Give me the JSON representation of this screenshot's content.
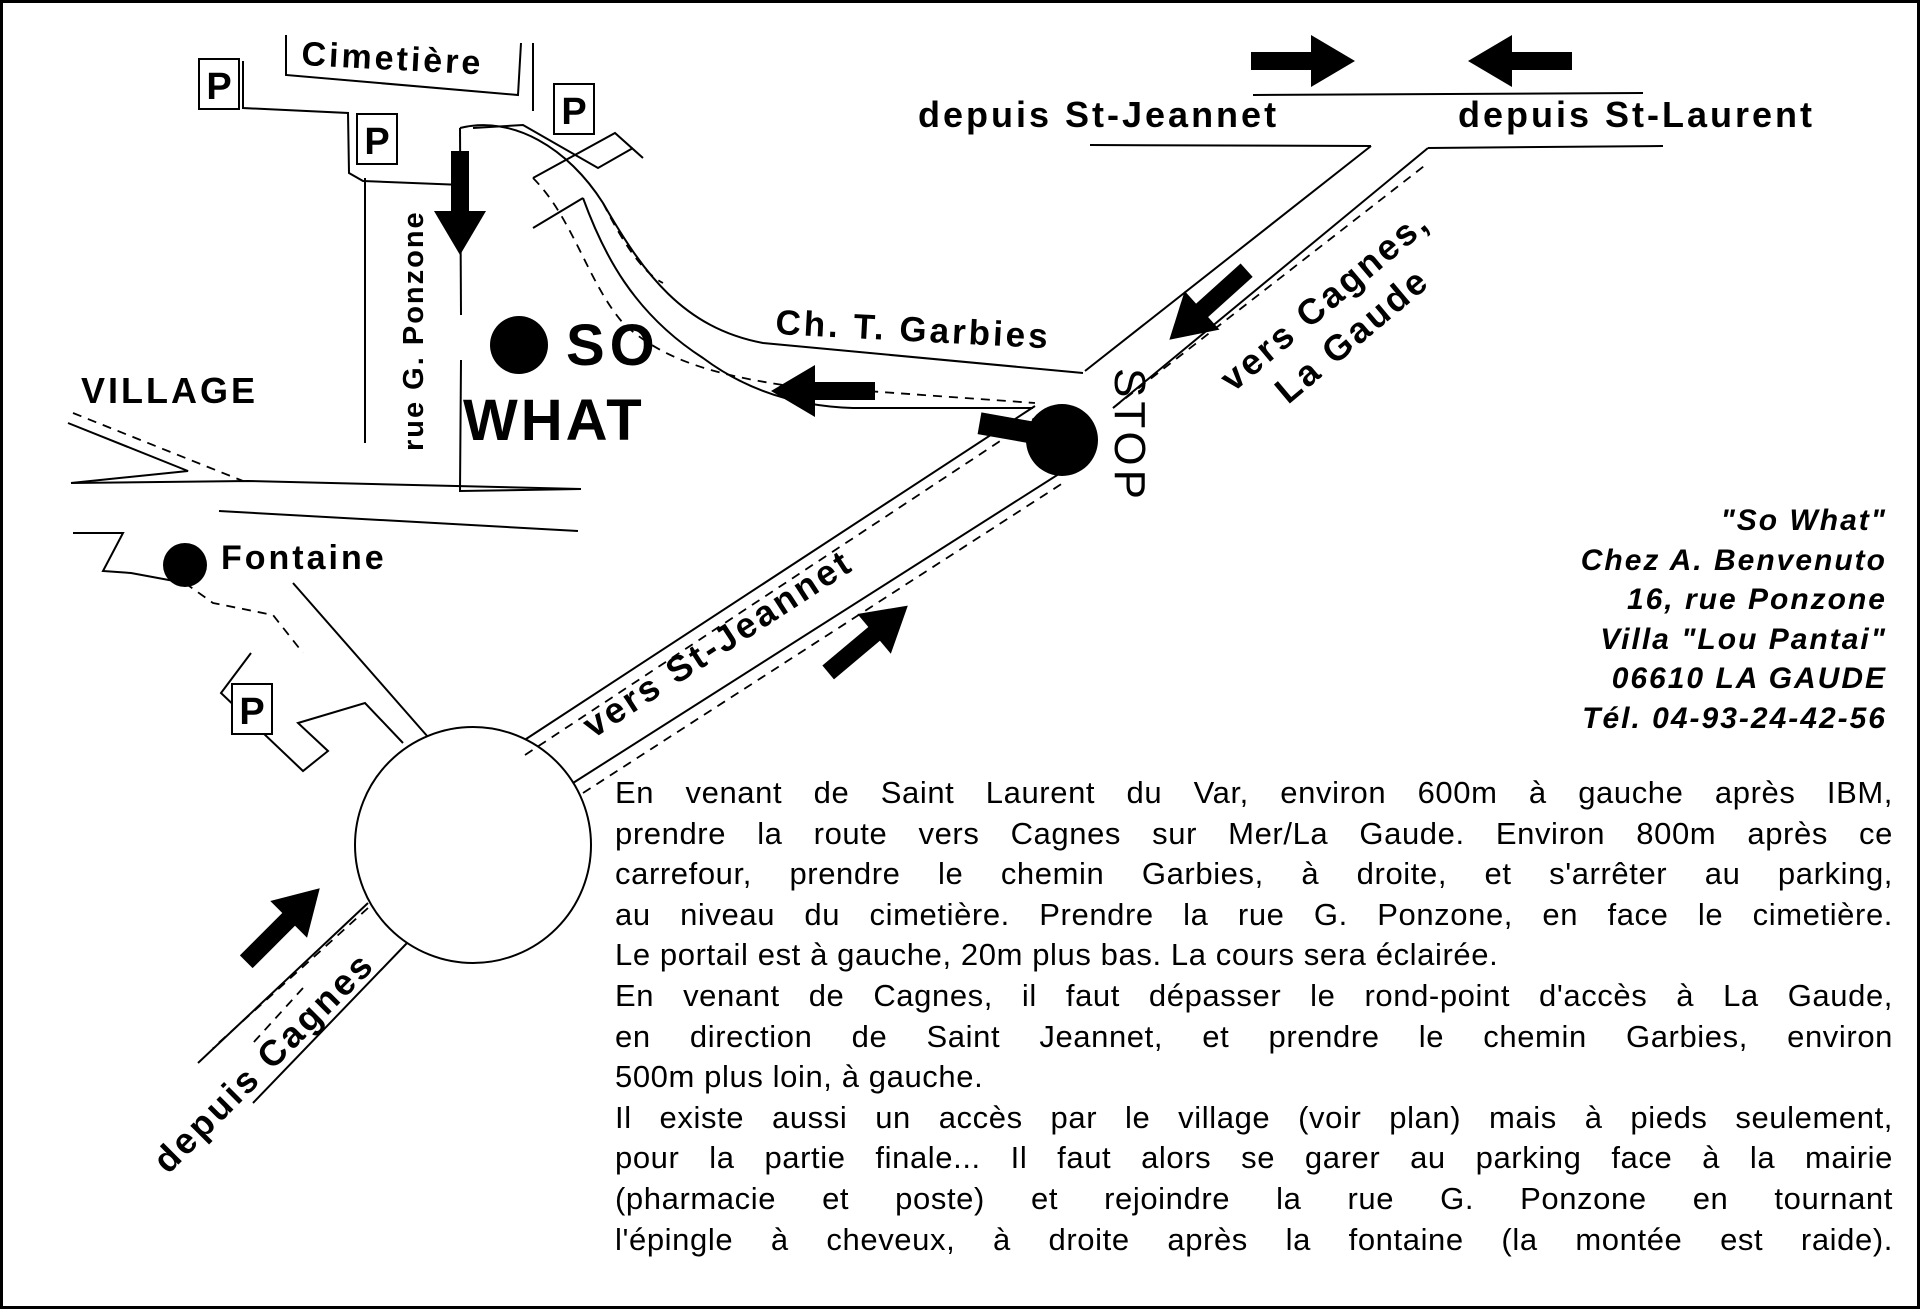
{
  "map": {
    "labels": {
      "cimetiere": "Cimetière",
      "depuis_st_jeannet": "depuis St-Jeannet",
      "depuis_st_laurent": "depuis St-Laurent",
      "rue_ponzone": "rue G. Ponzone",
      "so": "SO",
      "what": "WHAT",
      "village": "VILLAGE",
      "ch_garbies": "Ch. T. Garbies",
      "stop": "STOP",
      "vers_cagnes_1": "vers Cagnes,",
      "vers_cagnes_2": "La Gaude",
      "fontaine": "Fontaine",
      "vers_st_jeannet": "vers St-Jeannet",
      "depuis_cagnes": "depuis Cagnes",
      "parking": "P"
    }
  },
  "address": {
    "name": "\"So What\"",
    "line1": "Chez A. Benvenuto",
    "line2": "16, rue Ponzone",
    "line3": "Villa \"Lou Pantai\"",
    "line4": "06610 LA GAUDE",
    "phone": "Tél. 04-93-24-42-56"
  },
  "directions": {
    "lines": [
      "En venant de Saint Laurent du Var, environ 600m à gauche après IBM,",
      "prendre la route vers Cagnes sur Mer/La Gaude. Environ 800m après ce",
      "carrefour, prendre le chemin Garbies, à droite, et s'arrêter au parking,",
      "au niveau du cimetière. Prendre la rue G. Ponzone, en face le cimetière.",
      "Le portail est à gauche, 20m plus bas. La cours sera éclairée.",
      "En venant de Cagnes, il faut dépasser le rond-point d'accès à La Gaude,",
      "en direction de Saint Jeannet, et prendre le chemin Garbies, environ",
      "500m plus loin, à gauche.",
      "Il existe aussi un accès par le village (voir plan) mais à pieds seulement,",
      "pour la partie finale... Il faut alors se garer au parking face à la mairie",
      "(pharmacie et poste) et rejoindre la rue G. Ponzone en tournant",
      "l'épingle à cheveux, à droite après la fontaine (la montée est raide)."
    ]
  }
}
